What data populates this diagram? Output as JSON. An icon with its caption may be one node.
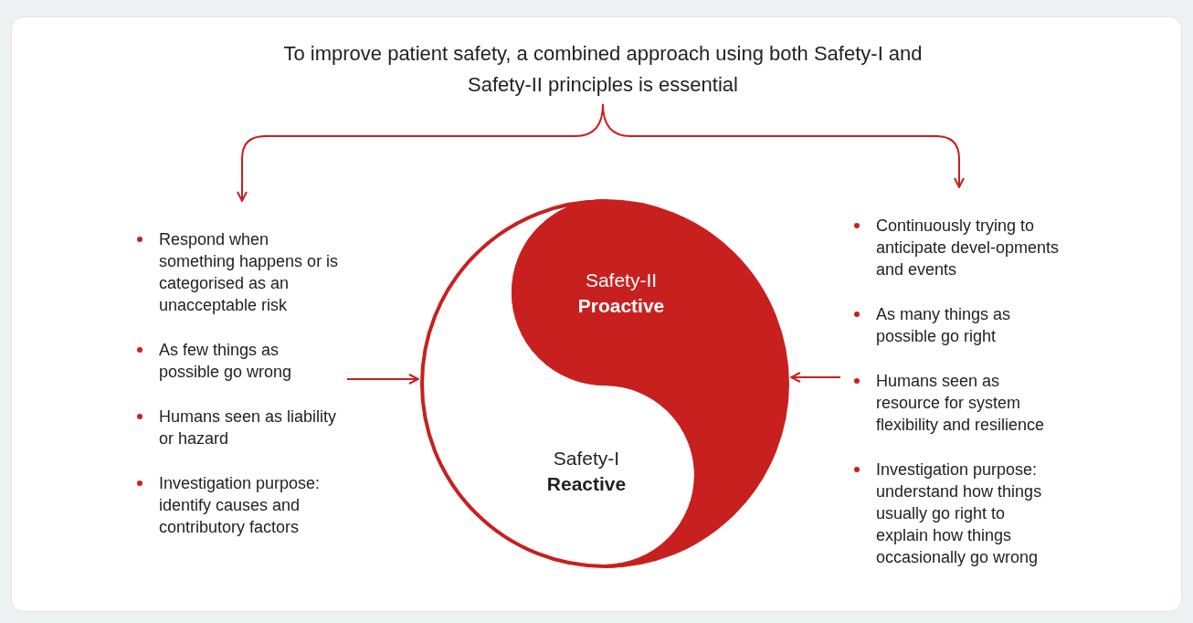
{
  "diagram": {
    "nodes": [
      {
        "text": [
          "To improve patient safety, a combined approach using both Safety-I and Safety-II principles is essential"
        ]
      },
      {
        "text": [
          "Respond when something happens or is categorised as an unacceptable risk",
          "As few things as possible go wrong",
          "Humans seen as liability or hazard",
          "Investigation purpose: identify causes and contributory factors"
        ]
      },
      {
        "text": [
          "Continuously trying to anticipate devel-opments and events",
          "As many things as possible go right",
          "Humans seen as resource for system flexibility and resilience",
          "Investigation purpose: understand how things usually go right to explain how things occasionally go wrong"
        ]
      },
      {
        "text": [
          "Safety-II",
          "Proactive"
        ]
      },
      {
        "text": [
          "Safety-I",
          "Reactive"
        ]
      }
    ],
    "edges": [
      {
        "from": 0,
        "to": 1,
        "arrow": "to"
      },
      {
        "from": 0,
        "to": 2,
        "arrow": "to"
      },
      {
        "from": 1,
        "to": 4,
        "arrow": "to"
      },
      {
        "from": 2,
        "to": 3,
        "arrow": "to"
      }
    ]
  }
}
